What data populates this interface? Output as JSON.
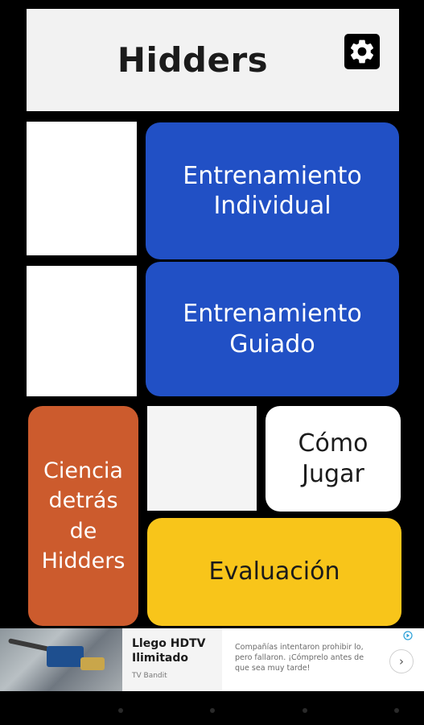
{
  "header": {
    "title": "Hidders",
    "settings_icon": "gear-icon"
  },
  "menu": {
    "individual_label": "Entrenamiento\nIndividual",
    "guiado_label": "Entrenamiento\nGuiado",
    "ciencia_label": "Ciencia\ndetrás\nde\nHidders",
    "como_jugar_label": "Cómo\nJugar",
    "evaluacion_label": "Evaluación"
  },
  "colors": {
    "blue": "#2150c5",
    "orange": "#cc5b2d",
    "yellow": "#f8c51a",
    "header_bg": "#f2f2f2",
    "background": "#000000"
  },
  "ad": {
    "title": "Llego HDTV\nIlimitado",
    "brand": "TV Bandit",
    "body": "Compañías intentaron prohibir lo,\npero fallaron. ¡Cómprelo antes de\nque sea muy tarde!",
    "arrow": "›",
    "choices_icon": "ad-choices-icon"
  }
}
